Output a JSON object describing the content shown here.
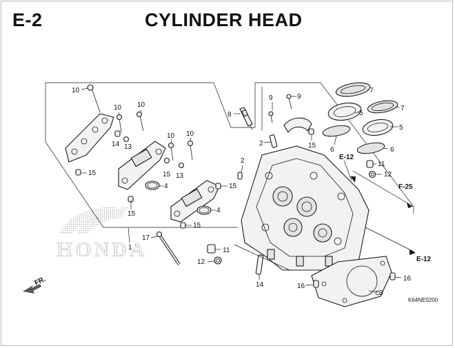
{
  "header": {
    "section_code": "E-2",
    "title": "CYLINDER HEAD"
  },
  "diagram": {
    "part_callouts": [
      "1",
      "2",
      "2",
      "3",
      "4",
      "4",
      "5",
      "5",
      "6",
      "6",
      "7",
      "7",
      "8",
      "9",
      "9",
      "10",
      "10",
      "10",
      "10",
      "10",
      "11",
      "11",
      "12",
      "12",
      "13",
      "13",
      "14",
      "15",
      "15",
      "15",
      "15",
      "15",
      "15",
      "16",
      "16",
      "17"
    ],
    "references": [
      "E-12",
      "E-12",
      "F-25"
    ],
    "front_label": "FR.",
    "drawing_code": "K64NE0200"
  },
  "logo": {
    "text": "HONDA"
  }
}
